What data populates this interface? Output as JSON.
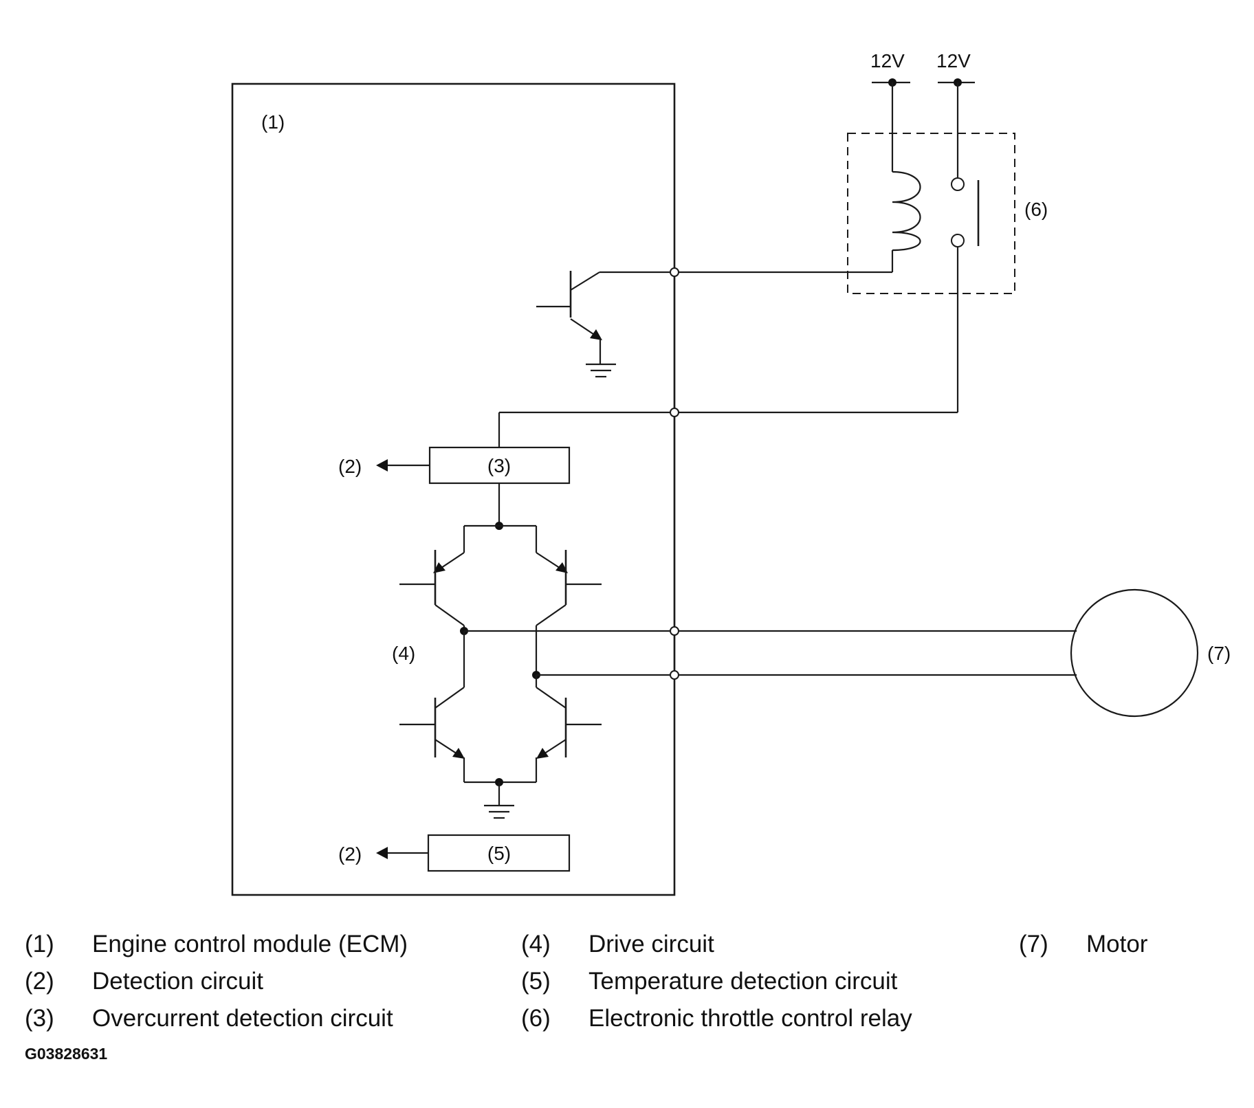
{
  "diagram": {
    "supply_left": "12V",
    "supply_right": "12V",
    "callouts": {
      "ecm": "(1)",
      "detect_top": "(2)",
      "detect_bottom": "(2)",
      "overcurrent": "(3)",
      "drive": "(4)",
      "temperature": "(5)",
      "relay": "(6)",
      "motor": "(7)"
    }
  },
  "legend": [
    {
      "num": "(1)",
      "text": "Engine control module (ECM)"
    },
    {
      "num": "(2)",
      "text": "Detection circuit"
    },
    {
      "num": "(3)",
      "text": "Overcurrent detection circuit"
    },
    {
      "num": "(4)",
      "text": "Drive circuit"
    },
    {
      "num": "(5)",
      "text": "Temperature detection circuit"
    },
    {
      "num": "(6)",
      "text": "Electronic throttle control relay"
    },
    {
      "num": "(7)",
      "text": "Motor"
    }
  ],
  "figure_code": "G03828631"
}
